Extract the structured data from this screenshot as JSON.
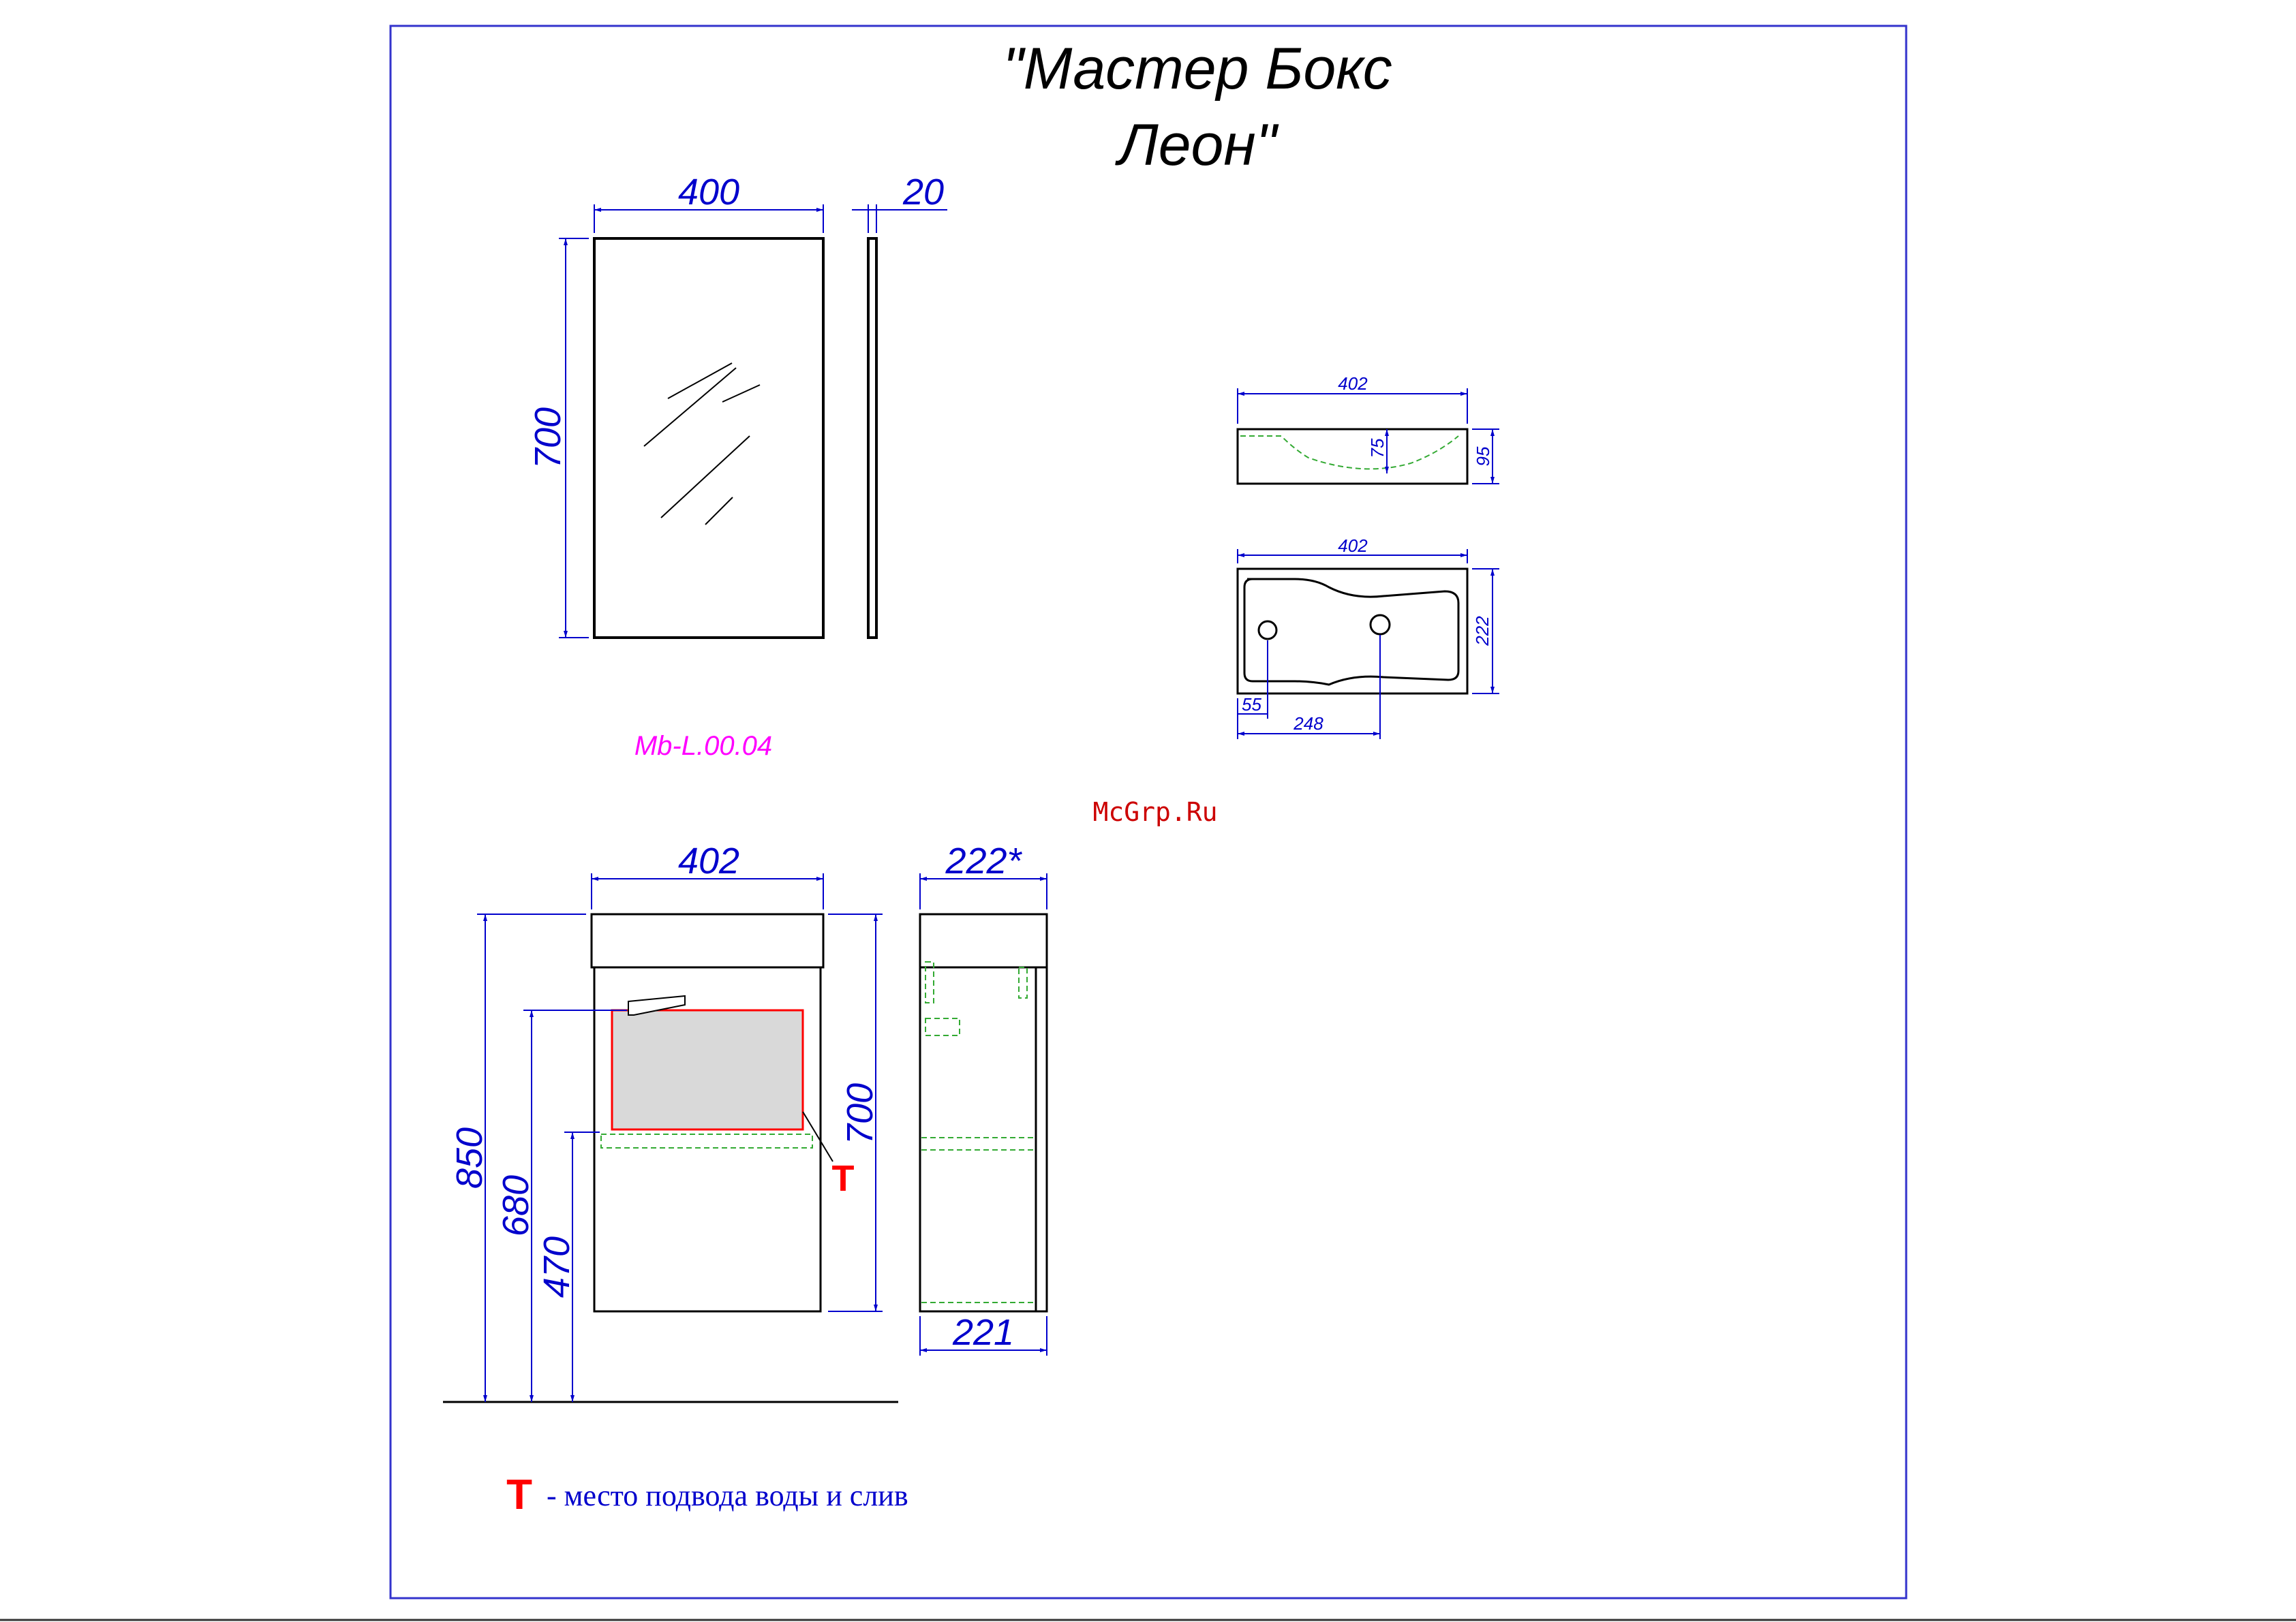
{
  "title": {
    "line1": "\"Мастер Бокс",
    "line2": "Леон\""
  },
  "mirror": {
    "width": "400",
    "height": "700",
    "depth": "20"
  },
  "basin_side": {
    "width": "402",
    "depth_inner": "75",
    "height": "95"
  },
  "basin_top": {
    "width": "402",
    "depth": "222",
    "tap_offset": "55",
    "drain_offset": "248"
  },
  "product_code": "Mb-L.00.04",
  "watermark": "McGrp.Ru",
  "cabinet_front": {
    "width": "402",
    "height_total": "850",
    "height_water": "680",
    "height_drain": "470",
    "body_height": "700",
    "marker": "T"
  },
  "cabinet_side": {
    "top_depth": "222*",
    "bottom_depth": "221"
  },
  "legend": {
    "marker": "T",
    "text": "- место подвода воды и слив"
  },
  "colors": {
    "dimension": "#0000cc",
    "frame": "#3333cc",
    "hidden_lines": "#33aa33",
    "marker": "#ff0000",
    "code": "#ff00ff"
  }
}
